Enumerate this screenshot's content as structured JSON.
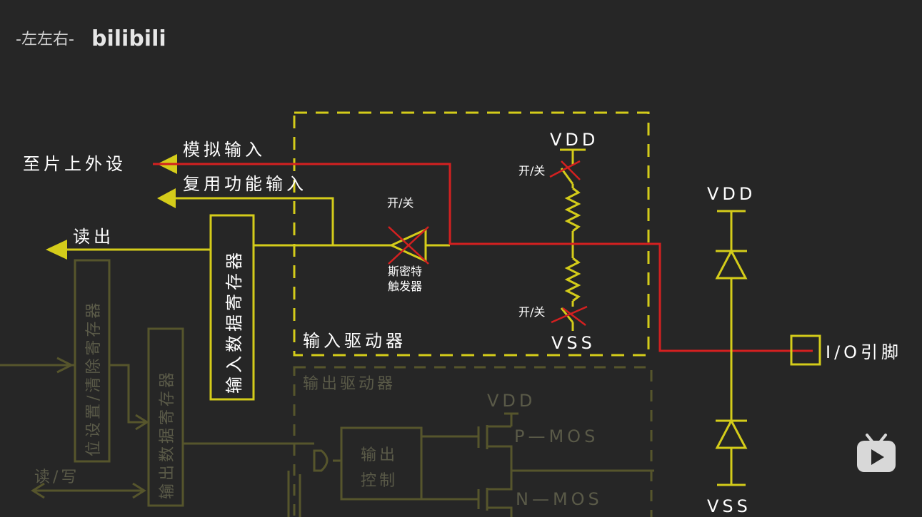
{
  "watermark": {
    "author": "-左左右-",
    "brand": "bilibili"
  },
  "labels": {
    "to_peripheral": "至片上外设",
    "analog_input": "模拟输入",
    "alt_func_input": "复用功能输入",
    "read_out": "读出",
    "input_data_register": "输入数据寄存器",
    "switch_schmitt": "开/关",
    "schmitt_line1": "斯密特",
    "schmitt_line2": "触发器",
    "input_driver": "输入驱动器",
    "vdd_inner": "VDD",
    "vss_inner": "VSS",
    "switch_pullup": "开/关",
    "switch_pulldown": "开/关",
    "vdd_outer": "VDD",
    "vss_outer": "VSS",
    "io_pin": "I/O引脚",
    "output_driver": "输出驱动器",
    "vdd_out": "VDD",
    "pmos": "P—MOS",
    "nmos": "N—MOS",
    "output_control_line1": "输出",
    "output_control_line2": "控制",
    "bit_set_reset_register": "位设置/清除寄存器",
    "output_data_register": "输出数据寄存器",
    "read_write": "读/写"
  },
  "colors": {
    "background": "#262626",
    "active_wire": "#d4cc1a",
    "highlight_path": "#d42020",
    "dimmed_wire": "#56552c",
    "text": "#ffffff"
  }
}
